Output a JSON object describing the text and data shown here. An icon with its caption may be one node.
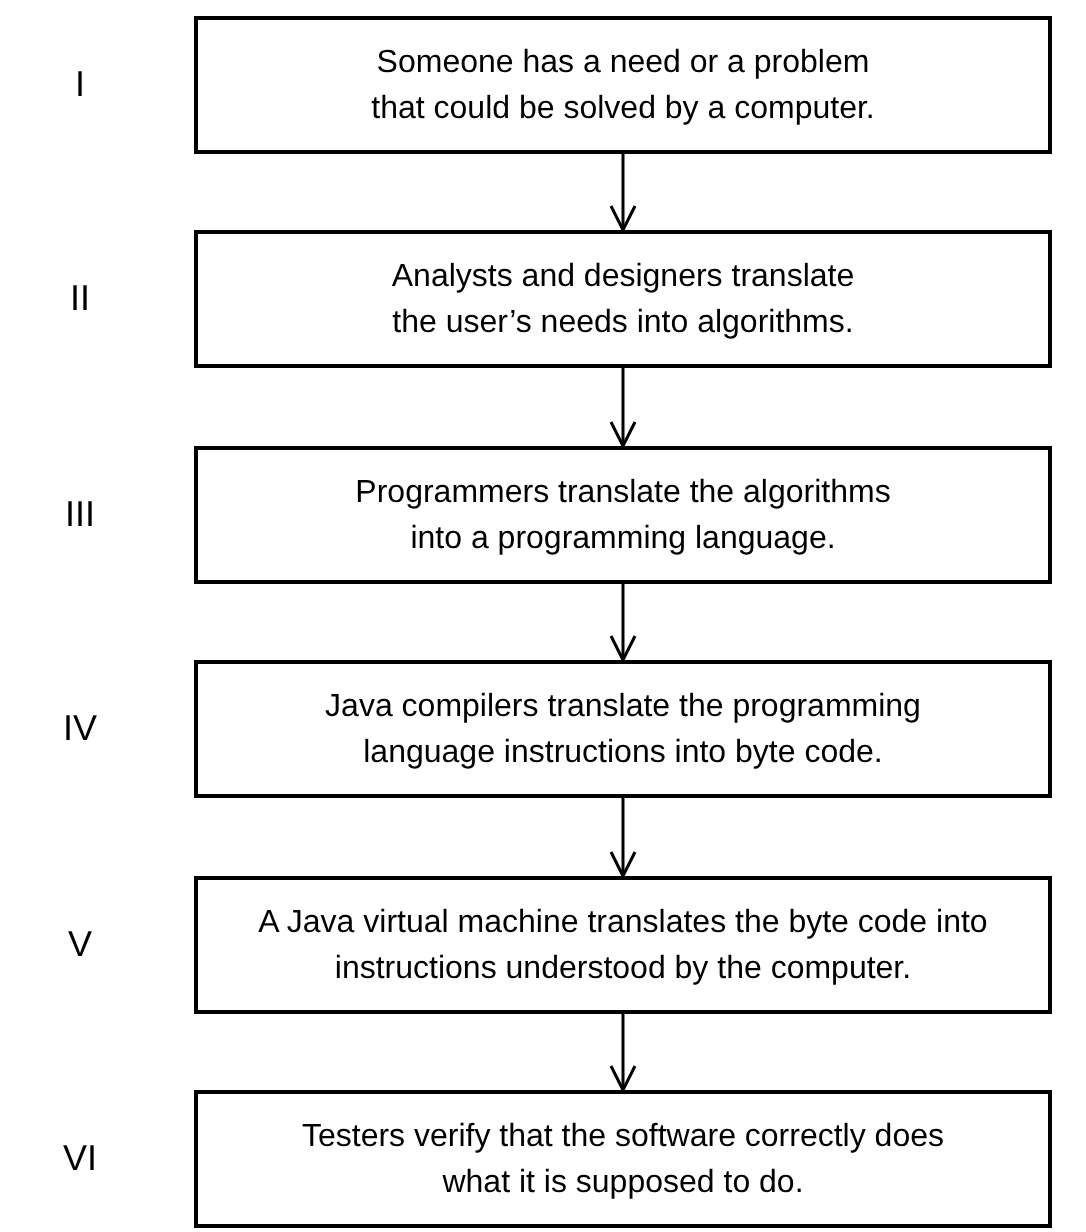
{
  "diagram": {
    "nodes": [
      {
        "text": [
          "Someone has a need or a problem that could be solved by a computer."
        ],
        "beside": [
          "I"
        ]
      },
      {
        "text": [
          "Analysts and designers translate the user’s needs into algorithms."
        ],
        "beside": [
          "II"
        ]
      },
      {
        "text": [
          "Programmers translate the algorithms into a programming language."
        ],
        "beside": [
          "III"
        ]
      },
      {
        "text": [
          "Java compilers translate the programming language instructions into byte code."
        ],
        "beside": [
          "IV"
        ]
      },
      {
        "text": [
          "A Java virtual machine translates the byte code into instructions understood by the computer."
        ],
        "beside": [
          "V"
        ]
      },
      {
        "text": [
          "Testers verify that the software correctly does what it is supposed to do."
        ],
        "beside": [
          "VI"
        ]
      }
    ],
    "edges": [
      {
        "from": 0,
        "to": 1,
        "arrow": "to"
      },
      {
        "from": 1,
        "to": 2,
        "arrow": "to"
      },
      {
        "from": 2,
        "to": 3,
        "arrow": "to"
      },
      {
        "from": 3,
        "to": 4,
        "arrow": "to"
      },
      {
        "from": 4,
        "to": 5,
        "arrow": "to"
      }
    ]
  }
}
